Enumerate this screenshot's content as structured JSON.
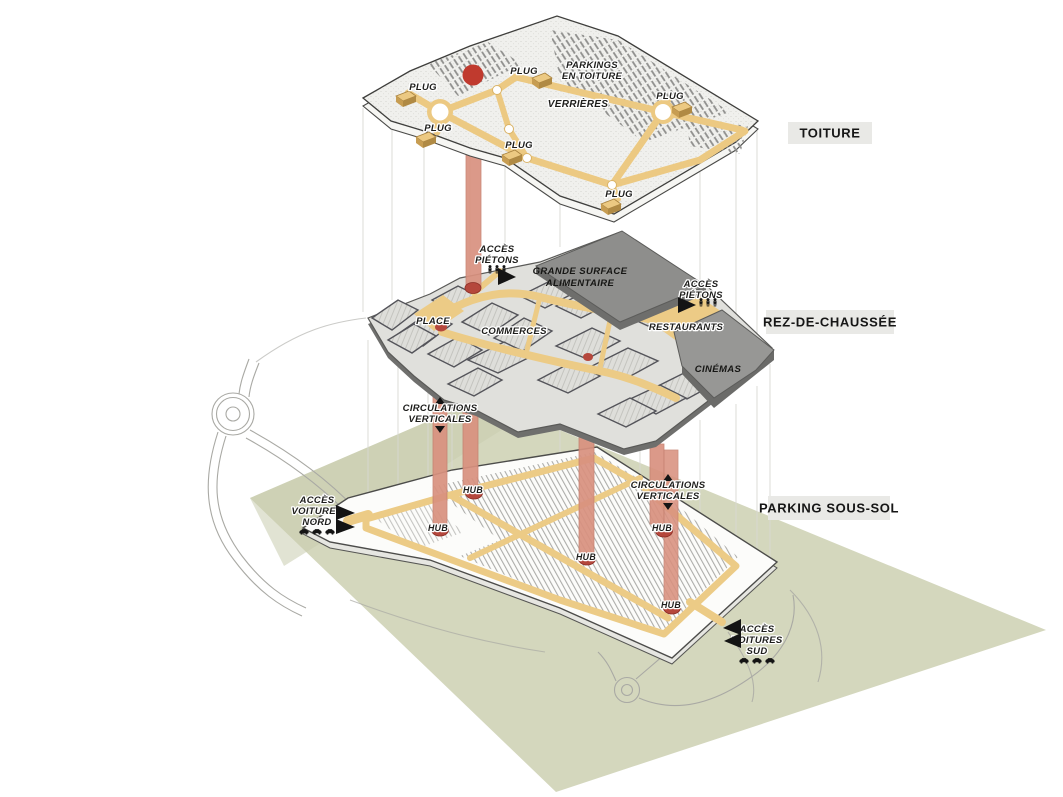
{
  "levels": {
    "toiture": {
      "label": "TOITURE"
    },
    "rez_de_chaussee": {
      "label": "REZ-DE-CHAUSSÉE"
    },
    "parking_sous_sol": {
      "label": "PARKING SOUS-SOL"
    }
  },
  "roof": {
    "plug_labels": [
      "PLUG",
      "PLUG",
      "PLUG",
      "PLUG",
      "PLUG",
      "PLUG"
    ],
    "parkings_en_toiture": {
      "line1": "PARKINGS",
      "line2": "EN TOITURE"
    },
    "verrieres": "VERRIÈRES"
  },
  "ground_floor": {
    "grande_surface": {
      "line1": "GRANDE SURFACE",
      "line2": "ALIMENTAIRE"
    },
    "place": "PLACE",
    "commerces": "COMMERCES",
    "restaurants": "RESTAURANTS",
    "cinemas": "CINÉMAS",
    "acces_pietons_west": {
      "line1": "ACCÈS",
      "line2": "PIÉTONS"
    },
    "acces_pietons_east": {
      "line1": "ACCÈS",
      "line2": "PIÉTONS"
    }
  },
  "circulations": {
    "west": {
      "line1": "CIRCULATIONS",
      "line2": "VERTICALES"
    },
    "east": {
      "line1": "CIRCULATIONS",
      "line2": "VERTICALES"
    }
  },
  "parking": {
    "hub_labels": [
      "HUB",
      "HUB",
      "HUB",
      "HUB",
      "HUB"
    ],
    "acces_voitures_nord": {
      "line1": "ACCÈS",
      "line2": "VOITURES",
      "line3": "NORD"
    },
    "acces_voitures_sud": {
      "line1": "ACCÈS",
      "line2": "VOITURES",
      "line3": "SUD"
    }
  },
  "icons": {
    "pedestrian_access": "pedestrians-icon",
    "car_access": "cars-icon",
    "access_direction": "triangle-arrow-icon",
    "vertical_circulation": "up-down-arrows-icon"
  },
  "colors": {
    "circulation_yellow": "#ecc982",
    "column_salmon": "#d9917f",
    "hub_red": "#b5473c",
    "accent_red": "#c03a2e",
    "site_green": "#d4d7bd",
    "dark_block_gray": "#8e8e8c",
    "label_bg": "#e9e9e6"
  }
}
